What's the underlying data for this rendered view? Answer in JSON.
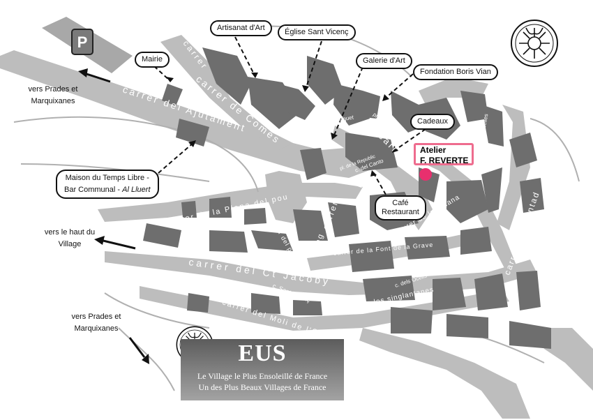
{
  "map": {
    "parking": "P",
    "atelier": {
      "line1": "Atelier",
      "line2": "F. REVERTE",
      "marker_color": "#e8306e",
      "frame_color": "#ee6c8e"
    },
    "callouts": {
      "mairie": "Mairie",
      "artisanat": "Artisanat d'Art",
      "eglise": "Église Sant Vicenç",
      "galerie": "Galerie  d'Art",
      "fondation": "Fondation Boris Vian",
      "cadeaux": "Cadeaux",
      "maison_line1": "Maison du Temps Libre -",
      "maison_line2_a": "Bar Communal - ",
      "maison_line2_b": "Al Lluert",
      "cafe_line1": "Café",
      "cafe_line2": "Restaurant"
    },
    "directions": {
      "prades_top_line1": "vers Prades et",
      "prades_top_line2": "Marquixanes",
      "haut_line1": "vers le haut du",
      "haut_line2": "Village",
      "prades_bottom_line1": "vers Prades et",
      "prades_bottom_line2": "Marquixanes"
    },
    "streets": {
      "carrer_top": "carrer",
      "comes": "carrer de Comes",
      "ajutament": "carrer del Ajutament",
      "plana": "carrer de la Plana del pou",
      "portalet": "carrer del portalet",
      "jacoby": "carrer del Ct Jacoby",
      "font": "carrer de la Font de la Grave",
      "molioli": "carrer del Moli de l'Oli",
      "vicenc": "c. Sant Vicenç",
      "singlantanes": "carrer de les singlantanes",
      "rentad": "carrer del Rentad",
      "solana": "carrer de la Solana",
      "massado": "c. de Massado",
      "ocells": "c. dels Ocells",
      "placa_juan": "plaça Juan Liusia",
      "pl_cabres": "pl. de les Cabres",
      "mossen": "c. Mossen Forquet",
      "canto": "c. del Canto",
      "republic": "pl. de la Republic",
      "ribelles": "c. Ribelles",
      "carrer_canto": "carrer",
      "font_v": "Fo",
      "carrer_gros": "carrer",
      "sen": "Cng"
    },
    "plate": {
      "title": "EUS",
      "line1": "Le Village le Plus Ensoleillé de France",
      "line2": "Un des Plus Beaux Villages de France"
    }
  }
}
